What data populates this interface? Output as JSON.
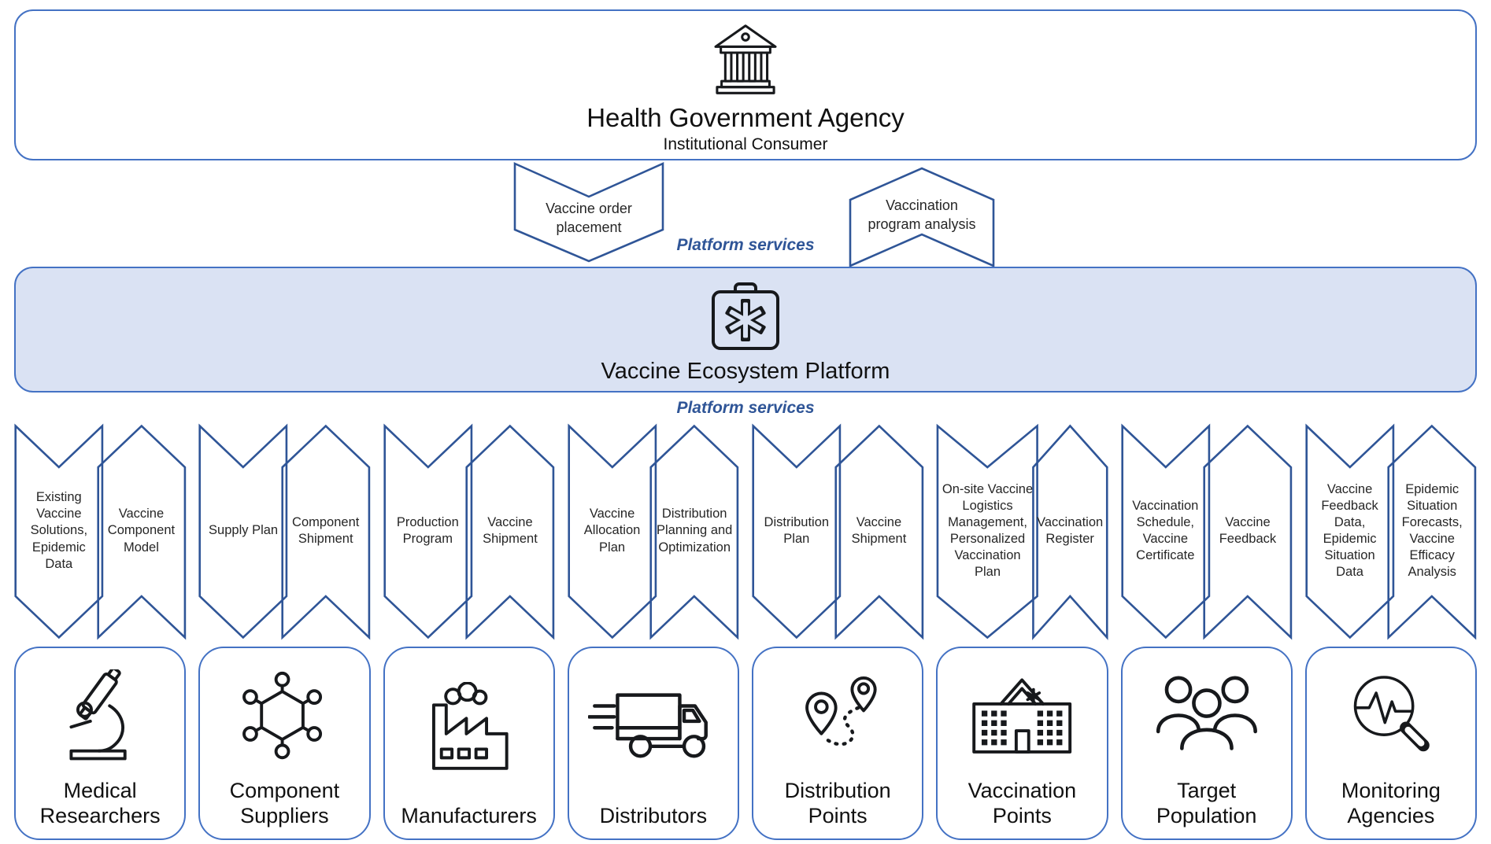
{
  "palette": {
    "chevron_stroke": "#2F5597",
    "box_border": "#4472C4",
    "platform_fill": "#DAE2F3",
    "services_text": "#2F5597"
  },
  "agency": {
    "title": "Health Government Agency",
    "subtitle": "Institutional Consumer"
  },
  "top_flows": {
    "down_label": "Vaccine order placement",
    "up_label": "Vaccination program analysis",
    "services_label": "Platform services"
  },
  "platform": {
    "title": "Vaccine Ecosystem Platform",
    "services_label": "Platform services"
  },
  "columns": [
    {
      "entity": "Medical Researchers",
      "icon": "microscope-icon",
      "down": "Existing Vaccine Solutions, Epidemic Data",
      "up": "Vaccine Component Model"
    },
    {
      "entity": "Component Suppliers",
      "icon": "molecule-icon",
      "down": "Supply Plan",
      "up": "Component Shipment"
    },
    {
      "entity": "Manufacturers",
      "icon": "factory-icon",
      "down": "Production Program",
      "up": "Vaccine Shipment"
    },
    {
      "entity": "Distributors",
      "icon": "truck-icon",
      "down": "Vaccine Allocation Plan",
      "up": "Distribution Planning and Optimization"
    },
    {
      "entity": "Distribution Points",
      "icon": "route-pins-icon",
      "down": "Distribution Plan",
      "up": "Vaccine Shipment"
    },
    {
      "entity": "Vaccination Points",
      "icon": "hospital-icon",
      "down": "On-site Vaccine Logistics Management, Personalized Vaccination Plan",
      "up": "Vaccination Register"
    },
    {
      "entity": "Target Population",
      "icon": "people-icon",
      "down": "Vaccination Schedule, Vaccine Certificate",
      "up": "Vaccine Feedback"
    },
    {
      "entity": "Monitoring Agencies",
      "icon": "magnifier-pulse-icon",
      "down": "Vaccine Feedback Data, Epidemic Situation Data",
      "up": "Epidemic Situation Forecasts, Vaccine Efficacy Analysis"
    }
  ]
}
